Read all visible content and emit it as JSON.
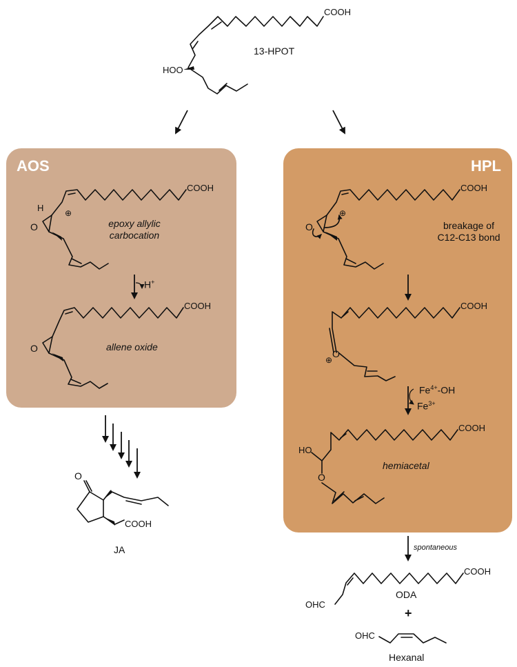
{
  "colors": {
    "aos_panel": "#cfab8f",
    "hpl_panel": "#d39b66",
    "title_text": "#ffffff"
  },
  "top": {
    "compound": "13-HPOT"
  },
  "aos": {
    "title": "AOS",
    "intermediate1": {
      "label_line1": "epoxy allylic",
      "label_line2": "carbocation"
    },
    "proton_loss": "H",
    "intermediate2": {
      "label": "allene oxide"
    }
  },
  "hpl": {
    "title": "HPL",
    "step1": {
      "label_line1": "breakage of",
      "label_line2": "C12-C13 bond"
    },
    "iron_reagent": "Fe",
    "iron_reagent_sup": "4+",
    "iron_reagent_suffix": "-OH",
    "iron_product": "Fe",
    "iron_product_sup": "3+",
    "intermediate3": {
      "label": "hemiacetal"
    }
  },
  "products": {
    "ja": "JA",
    "spontaneous": "spontaneous",
    "oda": "ODA",
    "plus": "+",
    "hexanal": "Hexanal"
  },
  "atoms": {
    "cooh": "COOH",
    "hoo": "HOO",
    "ohc": "OHC",
    "ho": "HO",
    "h": "H",
    "o": "O",
    "plus_circle": "⊕"
  }
}
